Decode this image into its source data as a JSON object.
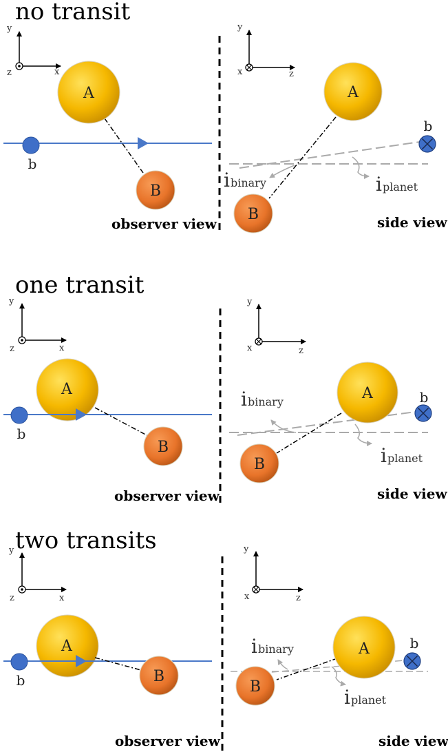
{
  "colors": {
    "star_a": "#f5b800",
    "star_b": "#e8742a",
    "planet": "#3f6fc8",
    "orbit_line": "#4a78c8",
    "guide": "#aaaaaa"
  },
  "panels": [
    {
      "title": "no transit",
      "observer": {
        "x_label": "x",
        "y_label": "y",
        "z_label": "z",
        "star_a": "A",
        "star_b": "B",
        "planet": "b",
        "view_label": "observer view"
      },
      "side": {
        "x_label": "x",
        "y_label": "y",
        "z_label": "z",
        "star_a": "A",
        "star_b": "B",
        "planet": "b",
        "i_binary_main": "i",
        "i_binary_sub": "binary",
        "i_planet_main": "i",
        "i_planet_sub": "planet",
        "view_label": "side view"
      }
    },
    {
      "title": "one transit",
      "observer": {
        "x_label": "x",
        "y_label": "y",
        "z_label": "z",
        "star_a": "A",
        "star_b": "B",
        "planet": "b",
        "view_label": "observer view"
      },
      "side": {
        "x_label": "x",
        "y_label": "y",
        "z_label": "z",
        "star_a": "A",
        "star_b": "B",
        "planet": "b",
        "i_binary_main": "i",
        "i_binary_sub": "binary",
        "i_planet_main": "i",
        "i_planet_sub": "planet",
        "view_label": "side view"
      }
    },
    {
      "title": "two transits",
      "observer": {
        "x_label": "x",
        "y_label": "y",
        "z_label": "z",
        "star_a": "A",
        "star_b": "B",
        "planet": "b",
        "view_label": "observer view"
      },
      "side": {
        "x_label": "x",
        "y_label": "y",
        "z_label": "z",
        "star_a": "A",
        "star_b": "B",
        "planet": "b",
        "i_binary_main": "i",
        "i_binary_sub": "binary",
        "i_planet_main": "i",
        "i_planet_sub": "planet",
        "view_label": "side view"
      }
    }
  ]
}
